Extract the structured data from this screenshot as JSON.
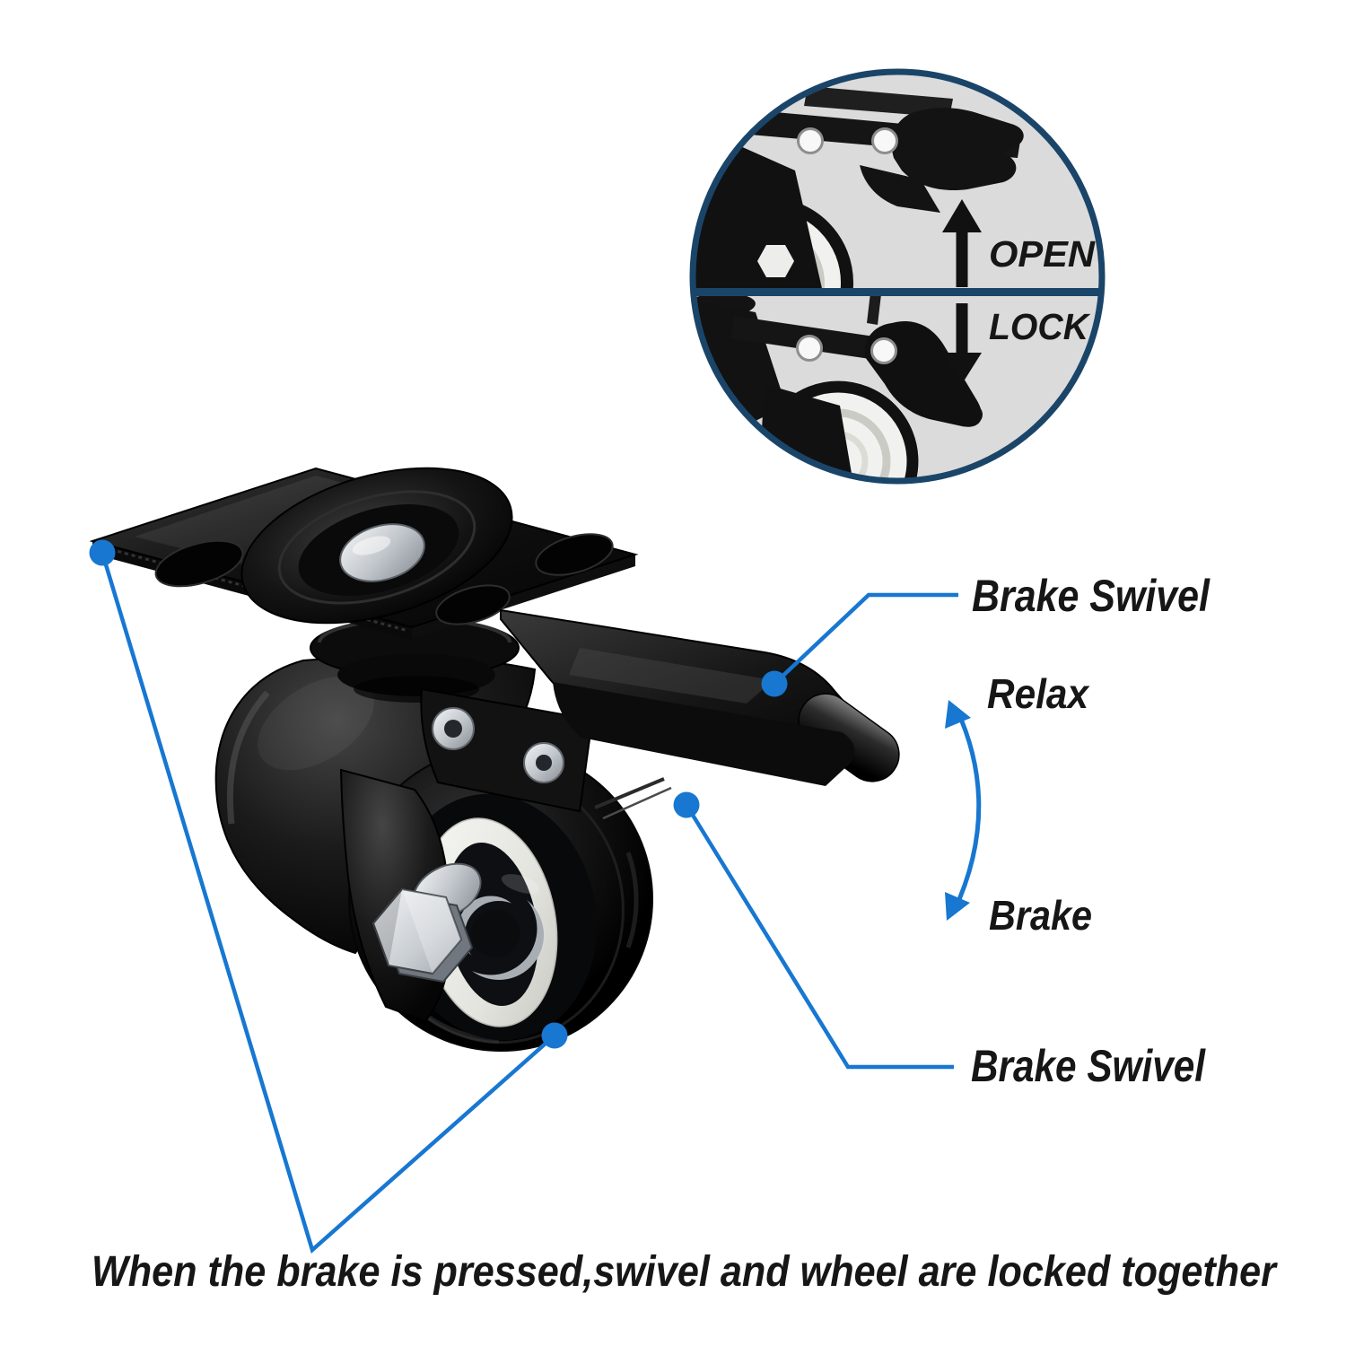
{
  "inset": {
    "open_label": "OPEN",
    "lock_label": "LOCK"
  },
  "callouts": {
    "brake_swivel_top": "Brake Swivel",
    "relax": "Relax",
    "brake": "Brake",
    "brake_swivel_bottom": "Brake Swivel"
  },
  "caption": "When the brake is pressed,swivel and wheel are locked together",
  "colors": {
    "annotation_blue": "#1777d1",
    "inset_navy": "#1a4569",
    "inset_gray": "#dbdbdb",
    "text_black": "#161616"
  }
}
